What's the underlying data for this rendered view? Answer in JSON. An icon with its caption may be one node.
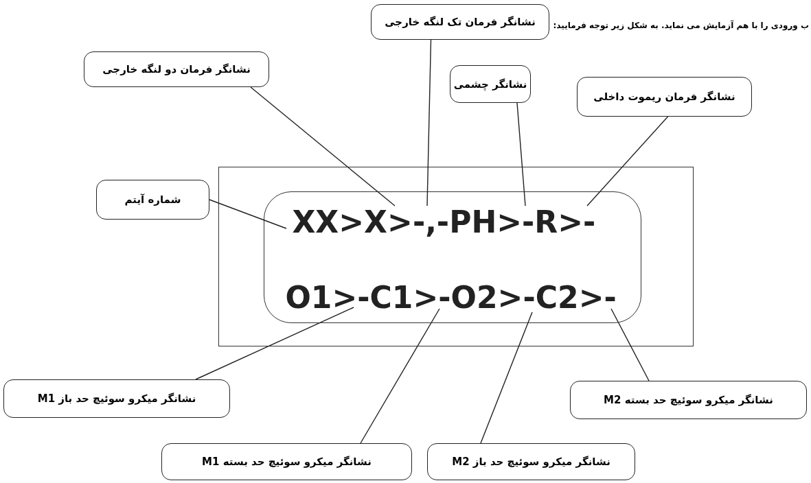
{
  "diagram": {
    "nodes": [
      {
        "text": [],
        "shape": "box"
      },
      {
        "text": [
          "XX>X>-,-PH>-R>-",
          "O1>-C1>-O2>-C2>-"
        ],
        "in": 0
      },
      {
        "text": [
          "نشانگر فرمان تک لنگه خارجی"
        ]
      },
      {
        "text": [
          "نشانگر فرمان دو لنگه خارجی"
        ]
      },
      {
        "text": [
          "نشانگر چشمی"
        ]
      },
      {
        "text": [
          "نشانگر فرمان ریموت داخلی"
        ]
      },
      {
        "text": [
          "شماره آیتم"
        ]
      },
      {
        "text": [
          "نشانگر میکرو سوئیچ حد باز M1"
        ]
      },
      {
        "text": [
          "نشانگر میکرو سوئیچ حد بسته M2"
        ]
      },
      {
        "text": [
          "نشانگر میکرو سوئیچ حد بسته M1"
        ]
      },
      {
        "text": [
          "نشانگر میکرو سوئیچ حد باز M2"
        ]
      }
    ],
    "edges": [
      {
        "from": 2,
        "to": 1,
        "arrow": "none"
      },
      {
        "from": 3,
        "to": 1,
        "arrow": "none"
      },
      {
        "from": 4,
        "to": 1,
        "arrow": "none"
      },
      {
        "from": 5,
        "to": 1,
        "arrow": "none"
      },
      {
        "from": 6,
        "to": 1,
        "arrow": "none"
      },
      {
        "from": 7,
        "to": 1,
        "arrow": "none"
      },
      {
        "from": 8,
        "to": 1,
        "arrow": "none"
      },
      {
        "from": 9,
        "to": 1,
        "arrow": "none"
      },
      {
        "from": 10,
        "to": 1,
        "arrow": "none"
      }
    ],
    "labels": [
      "ب ورودی را با هم آزمایش می نماید. به شکل زیر توجه فرمایید:"
    ]
  }
}
